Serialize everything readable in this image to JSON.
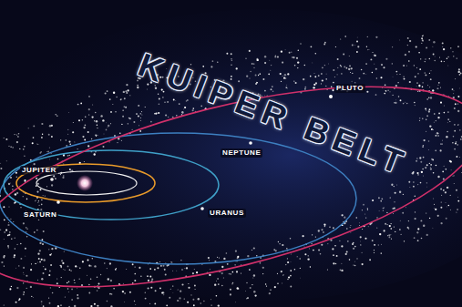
{
  "diagram": {
    "labels": [
      "PLUTO",
      "KUIPER BELT",
      "NEPTUNE",
      "JUPITER",
      "SATURN",
      "URANUS"
    ]
  }
}
